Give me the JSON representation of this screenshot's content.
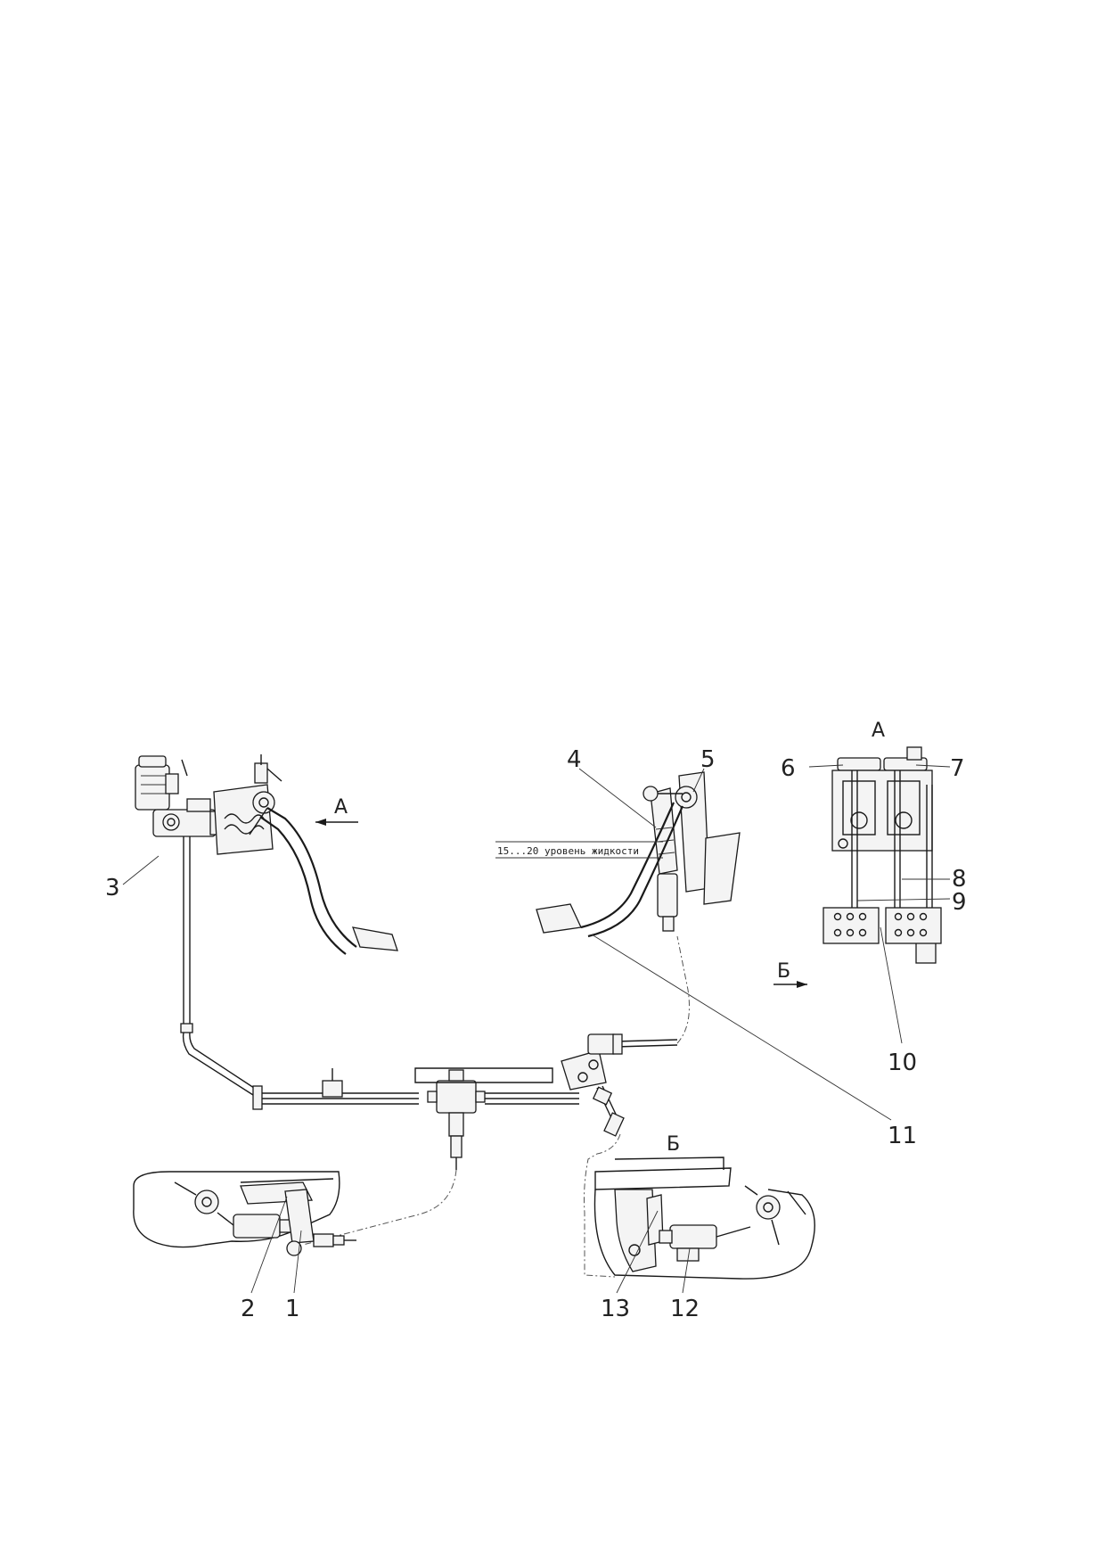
{
  "callouts": {
    "c1": "1",
    "c2": "2",
    "c3": "3",
    "c4": "4",
    "c5": "5",
    "c6": "6",
    "c7": "7",
    "c8": "8",
    "c9": "9",
    "c10": "10",
    "c11": "11",
    "c12": "12",
    "c13": "13"
  },
  "views": {
    "view_a_label": "А",
    "view_a_arrow_label": "А",
    "view_b_label": "Б",
    "view_b_arrow_label": "Б"
  },
  "notes": {
    "fluid_level": "15...20 уровень жидкости"
  }
}
